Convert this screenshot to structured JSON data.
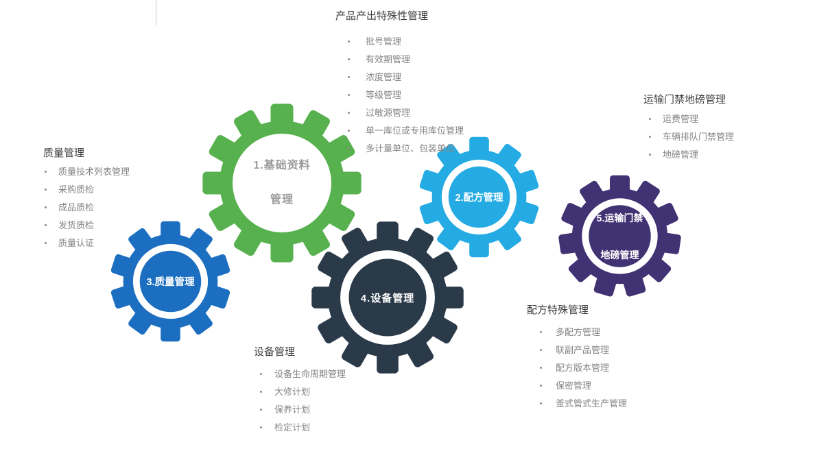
{
  "page": {
    "background": "#FFFFFF"
  },
  "sections": {
    "product_output": {
      "title": "产品产出特殊性管理",
      "items": [
        "批号管理",
        "有效期管理",
        "浓度管理",
        "等级管理",
        "过敏源管理",
        "单一库位或专用库位管理",
        "多计量单位、包装单位"
      ]
    },
    "quality": {
      "title": "质量管理",
      "items": [
        "质量技术列表管理",
        "采购质检",
        "成品质检",
        "发货质检",
        "质量认证"
      ]
    },
    "transport": {
      "title": "运输门禁地磅管理",
      "items": [
        "运费管理",
        "车辆排队门禁管理",
        "地磅管理"
      ]
    },
    "equipment": {
      "title": "设备管理",
      "items": [
        "设备生命周期管理",
        "大修计划",
        "保养计划",
        "检定计划"
      ]
    },
    "formula": {
      "title": "配方特殊管理",
      "items": [
        "多配方管理",
        "联副产品管理",
        "配方版本管理",
        "保密管理",
        "釜式管式生产管理"
      ]
    }
  },
  "gears": {
    "basic_data": {
      "line1": "1.基础资料",
      "line2": "管理",
      "color": "#57B14E",
      "text_color": "#9C9C9C"
    },
    "formula": {
      "line1": "2.配方管理",
      "color": "#24ABE3",
      "text_color": "#FFFFFF"
    },
    "quality": {
      "line1": "3.质量管理",
      "color": "#1C6FC0",
      "text_color": "#FFFFFF"
    },
    "equipment": {
      "line1": "4.设备管理",
      "color": "#2B3A49",
      "text_color": "#FFFFFF"
    },
    "transport": {
      "line1": "5.运输门禁",
      "line2": "地磅管理",
      "color": "#403273",
      "text_color": "#FFFFFF"
    }
  }
}
